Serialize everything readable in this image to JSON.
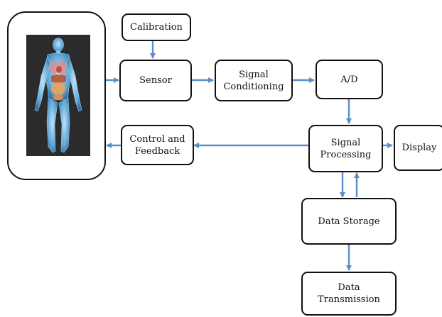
{
  "diagram": {
    "title": "",
    "nodes": {
      "calibration": "Calibration",
      "sensor": "Sensor",
      "signal_conditioning": "Signal\nConditioning",
      "ad": "A/D",
      "control_feedback": "Control and\nFeedback",
      "signal_processing": "Signal\nProcessing",
      "display": "Display",
      "data_storage": "Data Storage",
      "data_transmission": "Data\nTransmission"
    },
    "edges": [
      {
        "from": "calibration",
        "to": "sensor"
      },
      {
        "from": "human_body",
        "to": "sensor"
      },
      {
        "from": "sensor",
        "to": "signal_conditioning"
      },
      {
        "from": "signal_conditioning",
        "to": "ad"
      },
      {
        "from": "ad",
        "to": "signal_processing"
      },
      {
        "from": "signal_processing",
        "to": "display"
      },
      {
        "from": "signal_processing",
        "to": "control_feedback"
      },
      {
        "from": "control_feedback",
        "to": "human_body"
      },
      {
        "from": "signal_processing",
        "to": "data_storage"
      },
      {
        "from": "data_storage",
        "to": "signal_processing"
      },
      {
        "from": "data_storage",
        "to": "data_transmission"
      }
    ],
    "colors": {
      "arrow": "#5b8ec9",
      "border": "#111111",
      "figure_bg": "#2b2b2b",
      "figure_body": "#5fa6d6",
      "figure_glow": "#bfe3f7",
      "organs": "#e0a36a",
      "heart": "#c94a3a"
    },
    "image": {
      "icon": "human-body-anatomy-icon"
    }
  }
}
